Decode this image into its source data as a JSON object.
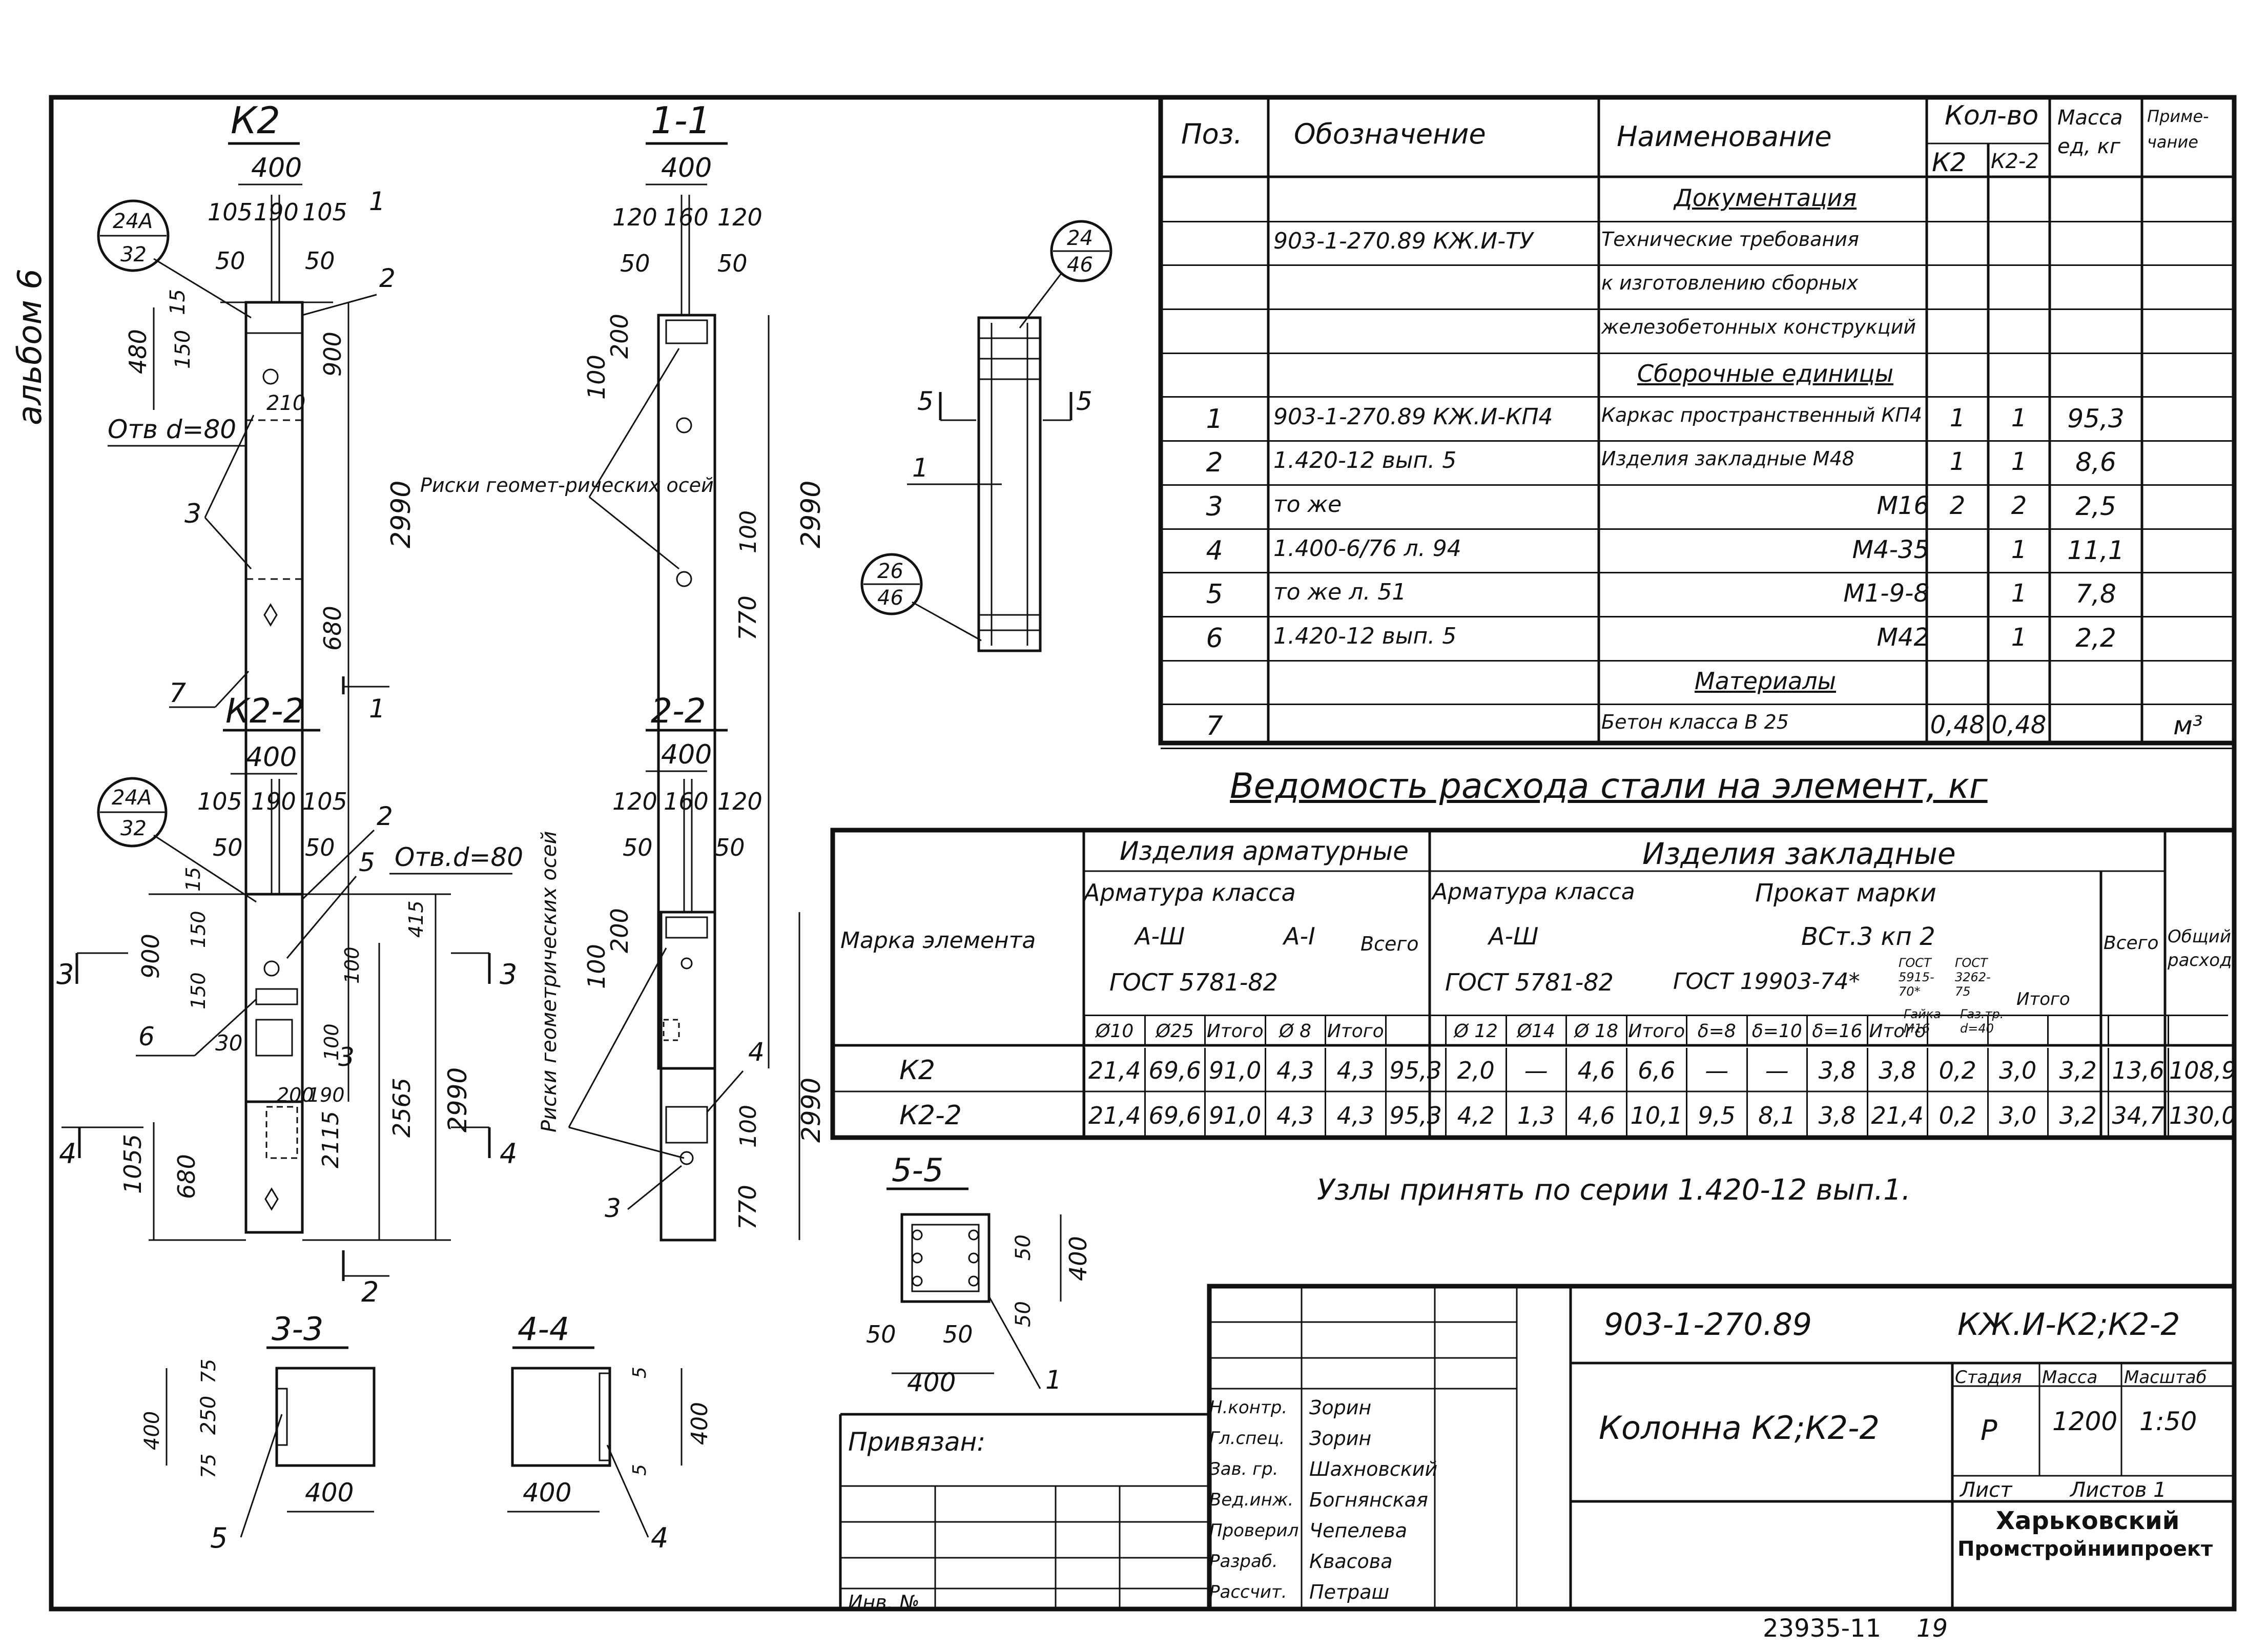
{
  "album_label": "альбом 6",
  "doc_code": "23935-11",
  "page_no": "19",
  "views": {
    "k2": {
      "title": "К2",
      "width": "400",
      "dims_top": [
        "105",
        "190",
        "105"
      ],
      "side": [
        "50",
        "50"
      ],
      "left_dims": [
        "15",
        "150",
        "480"
      ],
      "right_dims": [
        "900",
        "2990",
        "680"
      ],
      "hole": "Отв d=80",
      "hole_dim": "210",
      "callout_top": "24А",
      "callout_bot": "32",
      "marks": [
        "1",
        "2",
        "3",
        "7"
      ],
      "section": "1"
    },
    "s11": {
      "title": "1-1",
      "width": "400",
      "dims_top": [
        "120",
        "160",
        "120"
      ],
      "side": [
        "50",
        "50"
      ],
      "left_dims": [
        "200",
        "100"
      ],
      "right_dims": [
        "2990",
        "100",
        "770"
      ],
      "note": "Риски геомет-рических осей"
    },
    "detail": {
      "callout1_top": "24",
      "callout1_bot": "46",
      "callout2_top": "26",
      "callout2_bot": "46",
      "marks": [
        "5",
        "5",
        "1"
      ]
    },
    "k22": {
      "title": "К2-2",
      "width": "400",
      "dims_top": [
        "105",
        "190",
        "105"
      ],
      "side": [
        "50",
        "50"
      ],
      "left_dims": [
        "15",
        "150",
        "900",
        "150",
        "30",
        "1055",
        "680"
      ],
      "right_dims": [
        "415",
        "100",
        "100",
        "200",
        "190",
        "2115",
        "2565",
        "2990"
      ],
      "hole": "Отв.d=80",
      "callout_top": "24А",
      "callout_bot": "32",
      "marks": [
        "2",
        "5",
        "6",
        "3",
        "2"
      ],
      "sections": [
        "3",
        "3",
        "4",
        "4"
      ]
    },
    "s22": {
      "title": "2-2",
      "width": "400",
      "dims_top": [
        "120",
        "160",
        "120"
      ],
      "side": [
        "50",
        "50"
      ],
      "left_dims": [
        "200",
        "100"
      ],
      "right_dims": [
        "100",
        "770",
        "2990"
      ],
      "note": "Риски геометрических осей",
      "marks": [
        "4",
        "3"
      ]
    },
    "s33": {
      "title": "3-3",
      "dims": [
        "75",
        "250",
        "75",
        "400",
        "400"
      ],
      "mark": "5"
    },
    "s44": {
      "title": "4-4",
      "dims": [
        "5",
        "400",
        "5",
        "400"
      ],
      "mark": "4"
    },
    "s55": {
      "title": "5-5",
      "dims": [
        "50",
        "400",
        "50",
        "50",
        "50",
        "400"
      ],
      "mark": "1"
    }
  },
  "spec_table": {
    "headers": {
      "pos": "Поз.",
      "designation": "Обозначение",
      "name": "Наименование",
      "qty": "Кол-во",
      "qty_k2": "К2",
      "qty_k22": "К2-2",
      "mass": "Масса ед, кг",
      "note": "Приме-чание"
    },
    "rows": [
      {
        "pos": "",
        "designation": "",
        "name": "Документация",
        "qty_k2": "",
        "qty_k22": "",
        "mass": "",
        "note": "",
        "section": true
      },
      {
        "pos": "",
        "designation": "903-1-270.89 КЖ.И-ТУ",
        "name": "Технические требования",
        "qty_k2": "",
        "qty_k22": "",
        "mass": "",
        "note": ""
      },
      {
        "pos": "",
        "designation": "",
        "name": "к изготовлению сборных",
        "qty_k2": "",
        "qty_k22": "",
        "mass": "",
        "note": ""
      },
      {
        "pos": "",
        "designation": "",
        "name": "железобетонных конструкций",
        "qty_k2": "",
        "qty_k22": "",
        "mass": "",
        "note": ""
      },
      {
        "pos": "",
        "designation": "",
        "name": "Сборочные единицы",
        "qty_k2": "",
        "qty_k22": "",
        "mass": "",
        "note": "",
        "section": true
      },
      {
        "pos": "1",
        "designation": "903-1-270.89 КЖ.И-КП4",
        "name": "Каркас пространственный КП4",
        "qty_k2": "1",
        "qty_k22": "1",
        "mass": "95,3",
        "note": ""
      },
      {
        "pos": "2",
        "designation": "1.420-12 вып. 5",
        "name": "Изделия закладные   М48",
        "qty_k2": "1",
        "qty_k22": "1",
        "mass": "8,6",
        "note": ""
      },
      {
        "pos": "3",
        "designation": "то же",
        "name": "М16",
        "qty_k2": "2",
        "qty_k22": "2",
        "mass": "2,5",
        "note": ""
      },
      {
        "pos": "4",
        "designation": "1.400-6/76   л. 94",
        "name": "М4-35",
        "qty_k2": "",
        "qty_k22": "1",
        "mass": "11,1",
        "note": ""
      },
      {
        "pos": "5",
        "designation": "то же     л. 51",
        "name": "М1-9-8",
        "qty_k2": "",
        "qty_k22": "1",
        "mass": "7,8",
        "note": ""
      },
      {
        "pos": "6",
        "designation": "1.420-12   вып. 5",
        "name": "М42",
        "qty_k2": "",
        "qty_k22": "1",
        "mass": "2,2",
        "note": ""
      },
      {
        "pos": "",
        "designation": "",
        "name": "Материалы",
        "qty_k2": "",
        "qty_k22": "",
        "mass": "",
        "note": "",
        "section": true
      },
      {
        "pos": "7",
        "designation": "",
        "name": "Бетон  класса    В 25",
        "qty_k2": "0,48",
        "qty_k22": "0,48",
        "mass": "",
        "note": "м³"
      }
    ]
  },
  "steel_table": {
    "title": "Ведомость расхода стали на элемент, кг",
    "h_mark": "Марка элемента",
    "h_arm": "Изделия арматурные",
    "h_emb": "Изделия закладные",
    "h_arm_class": "Арматура   класса",
    "h_a3": "А-Ш",
    "h_a1": "А-I",
    "h_gost1": "ГОСТ 5781-82",
    "h_total": "Всего",
    "h_emb_arm": "Арматура класса",
    "h_emb_a3": "А-Ш",
    "h_emb_gost": "ГОСТ 5781-82",
    "h_rolled": "Прокат  марки",
    "h_vst": "ВСт.3 кп 2",
    "h_gost2": "ГОСТ 19903-74*",
    "h_gost3": "ГОСТ 5915-70*",
    "h_gost4": "ГОСТ 3262-75",
    "h_nut": "Гайка М16",
    "h_pipe": "Газ.тр. d=40",
    "h_total2": "Итого",
    "h_grand": "Всего",
    "h_overall": "Общий расход",
    "cols": [
      "Ø10",
      "Ø25",
      "Итого",
      "Ø 8",
      "Итого",
      "",
      "Ø 12",
      "Ø14",
      "Ø 18",
      "Итого",
      "δ=8",
      "δ=10",
      "δ=16",
      "Итого",
      "",
      "",
      "",
      "",
      ""
    ],
    "rows": [
      {
        "mark": "К2",
        "vals": [
          "21,4",
          "69,6",
          "91,0",
          "4,3",
          "4,3",
          "95,3",
          "2,0",
          "—",
          "4,6",
          "6,6",
          "—",
          "—",
          "3,8",
          "3,8",
          "0,2",
          "3,0",
          "3,2",
          "13,6",
          "108,9"
        ]
      },
      {
        "mark": "К2-2",
        "vals": [
          "21,4",
          "69,6",
          "91,0",
          "4,3",
          "4,3",
          "95,3",
          "4,2",
          "1,3",
          "4,6",
          "10,1",
          "9,5",
          "8,1",
          "3,8",
          "21,4",
          "0,2",
          "3,0",
          "3,2",
          "34,7",
          "130,0"
        ]
      }
    ]
  },
  "note": "Узлы принять по серии 1.420-12 вып.1.",
  "title_block": {
    "project": "903-1-270.89",
    "sheet_code": "КЖ.И-К2;К2-2",
    "title": "Колонна К2;К2-2",
    "stage_h": "Стадия",
    "mass_h": "Масса",
    "scale_h": "Масштаб",
    "stage": "Р",
    "mass": "1200",
    "scale": "1:50",
    "sheet_h": "Лист",
    "sheets_h": "Листов 1",
    "org1": "Харьковский",
    "org2": "Промстройниипроект",
    "bound": "Привязан:",
    "inv": "Инв. №",
    "people": [
      {
        "role": "Н.контр.",
        "name": "Зорин"
      },
      {
        "role": "Гл.спец.",
        "name": "Зорин"
      },
      {
        "role": "Зав. гр.",
        "name": "Шахновский"
      },
      {
        "role": "Вед.инж.",
        "name": "Богнянская"
      },
      {
        "role": "Проверил",
        "name": "Чепелева"
      },
      {
        "role": "Разраб.",
        "name": "Квасова"
      },
      {
        "role": "Рассчит.",
        "name": "Петраш"
      }
    ]
  }
}
